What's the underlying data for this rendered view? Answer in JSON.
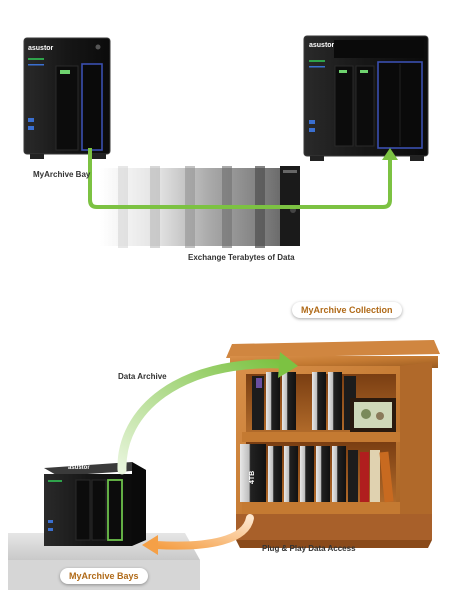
{
  "top": {
    "left_device": {
      "brand": "asustor"
    },
    "right_device": {
      "brand": "asustor"
    },
    "bay_label": "MyArchive Bay",
    "exchange_label": "Exchange Terabytes of Data"
  },
  "bottom": {
    "collection_label": "MyArchive Collection",
    "data_archive_label": "Data Archive",
    "plug_play_label": "Plug & Play Data Access",
    "bays_label": "MyArchive Bays",
    "disk_label": "4TB"
  },
  "colors": {
    "arrow_green": "#7cc242",
    "arrow_orange": "#f5a047",
    "bay_highlight_blue": "#3a4fb0",
    "bay_highlight_green": "#6cc04a",
    "shelf_wood": "#c47a32",
    "label_orange": "#b06a18"
  },
  "icons": [
    "nas-device-icon",
    "archive-disk-icon",
    "bookshelf-icon",
    "picture-frame-icon"
  ]
}
